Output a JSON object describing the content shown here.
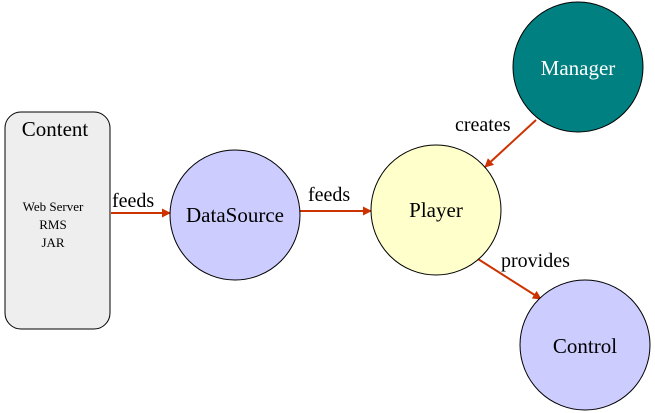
{
  "nodes": {
    "content": {
      "title": "Content",
      "items": [
        "Web Server",
        "RMS",
        "JAR"
      ],
      "fill": "#eeeeee"
    },
    "datasource": {
      "label": "DataSource",
      "fill": "#ccccff"
    },
    "player": {
      "label": "Player",
      "fill": "#ffffcc"
    },
    "manager": {
      "label": "Manager",
      "fill": "#008080"
    },
    "control": {
      "label": "Control",
      "fill": "#ccccff"
    }
  },
  "edges": {
    "content_to_datasource": "feeds",
    "datasource_to_player": "feeds",
    "manager_to_player": "creates",
    "player_to_control": "provides"
  },
  "colors": {
    "arrow": "#cc3300",
    "outline": "#000000"
  }
}
